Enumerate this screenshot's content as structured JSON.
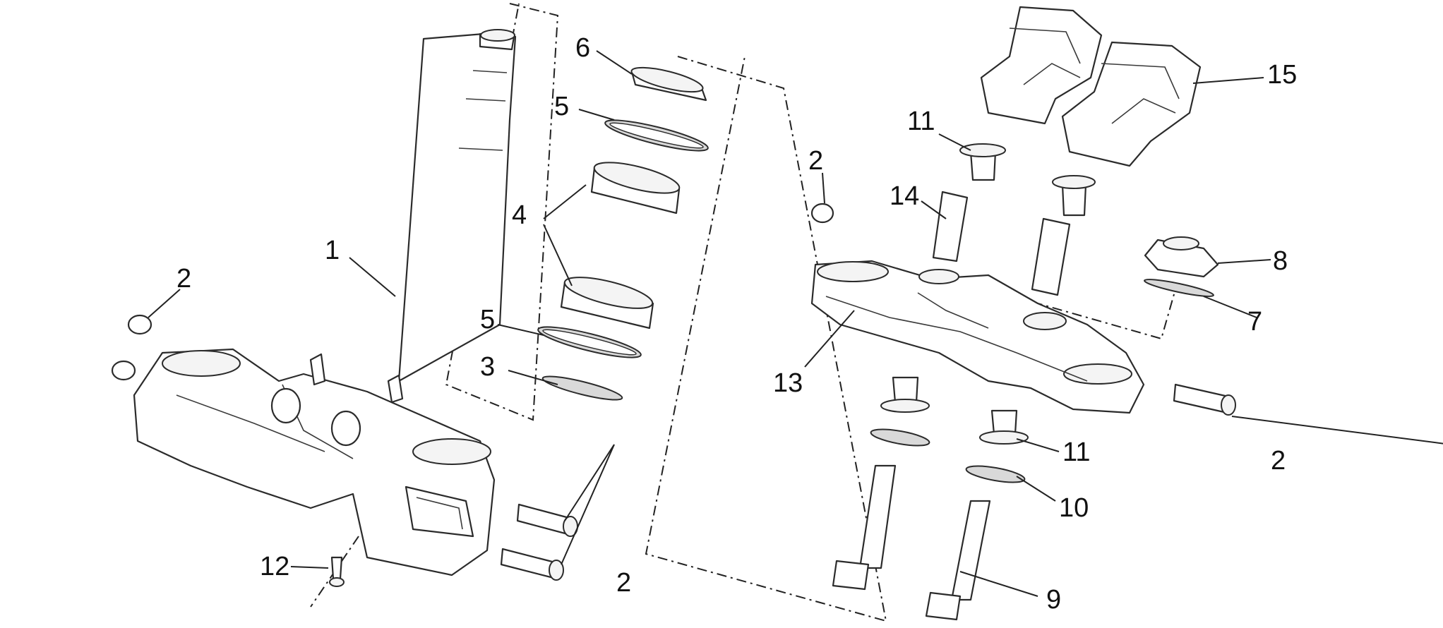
{
  "callouts": [
    {
      "id": "c1",
      "label": "1"
    },
    {
      "id": "c2a",
      "label": "2"
    },
    {
      "id": "c2b",
      "label": "2"
    },
    {
      "id": "c2c",
      "label": "2"
    },
    {
      "id": "c2d",
      "label": "2"
    },
    {
      "id": "c3",
      "label": "3"
    },
    {
      "id": "c4",
      "label": "4"
    },
    {
      "id": "c5a",
      "label": "5"
    },
    {
      "id": "c5b",
      "label": "5"
    },
    {
      "id": "c6",
      "label": "6"
    },
    {
      "id": "c7",
      "label": "7"
    },
    {
      "id": "c8",
      "label": "8"
    },
    {
      "id": "c9",
      "label": "9"
    },
    {
      "id": "c10",
      "label": "10"
    },
    {
      "id": "c11a",
      "label": "11"
    },
    {
      "id": "c11b",
      "label": "11"
    },
    {
      "id": "c12",
      "label": "12"
    },
    {
      "id": "c13",
      "label": "13"
    },
    {
      "id": "c14",
      "label": "14"
    },
    {
      "id": "c15",
      "label": "15"
    }
  ]
}
